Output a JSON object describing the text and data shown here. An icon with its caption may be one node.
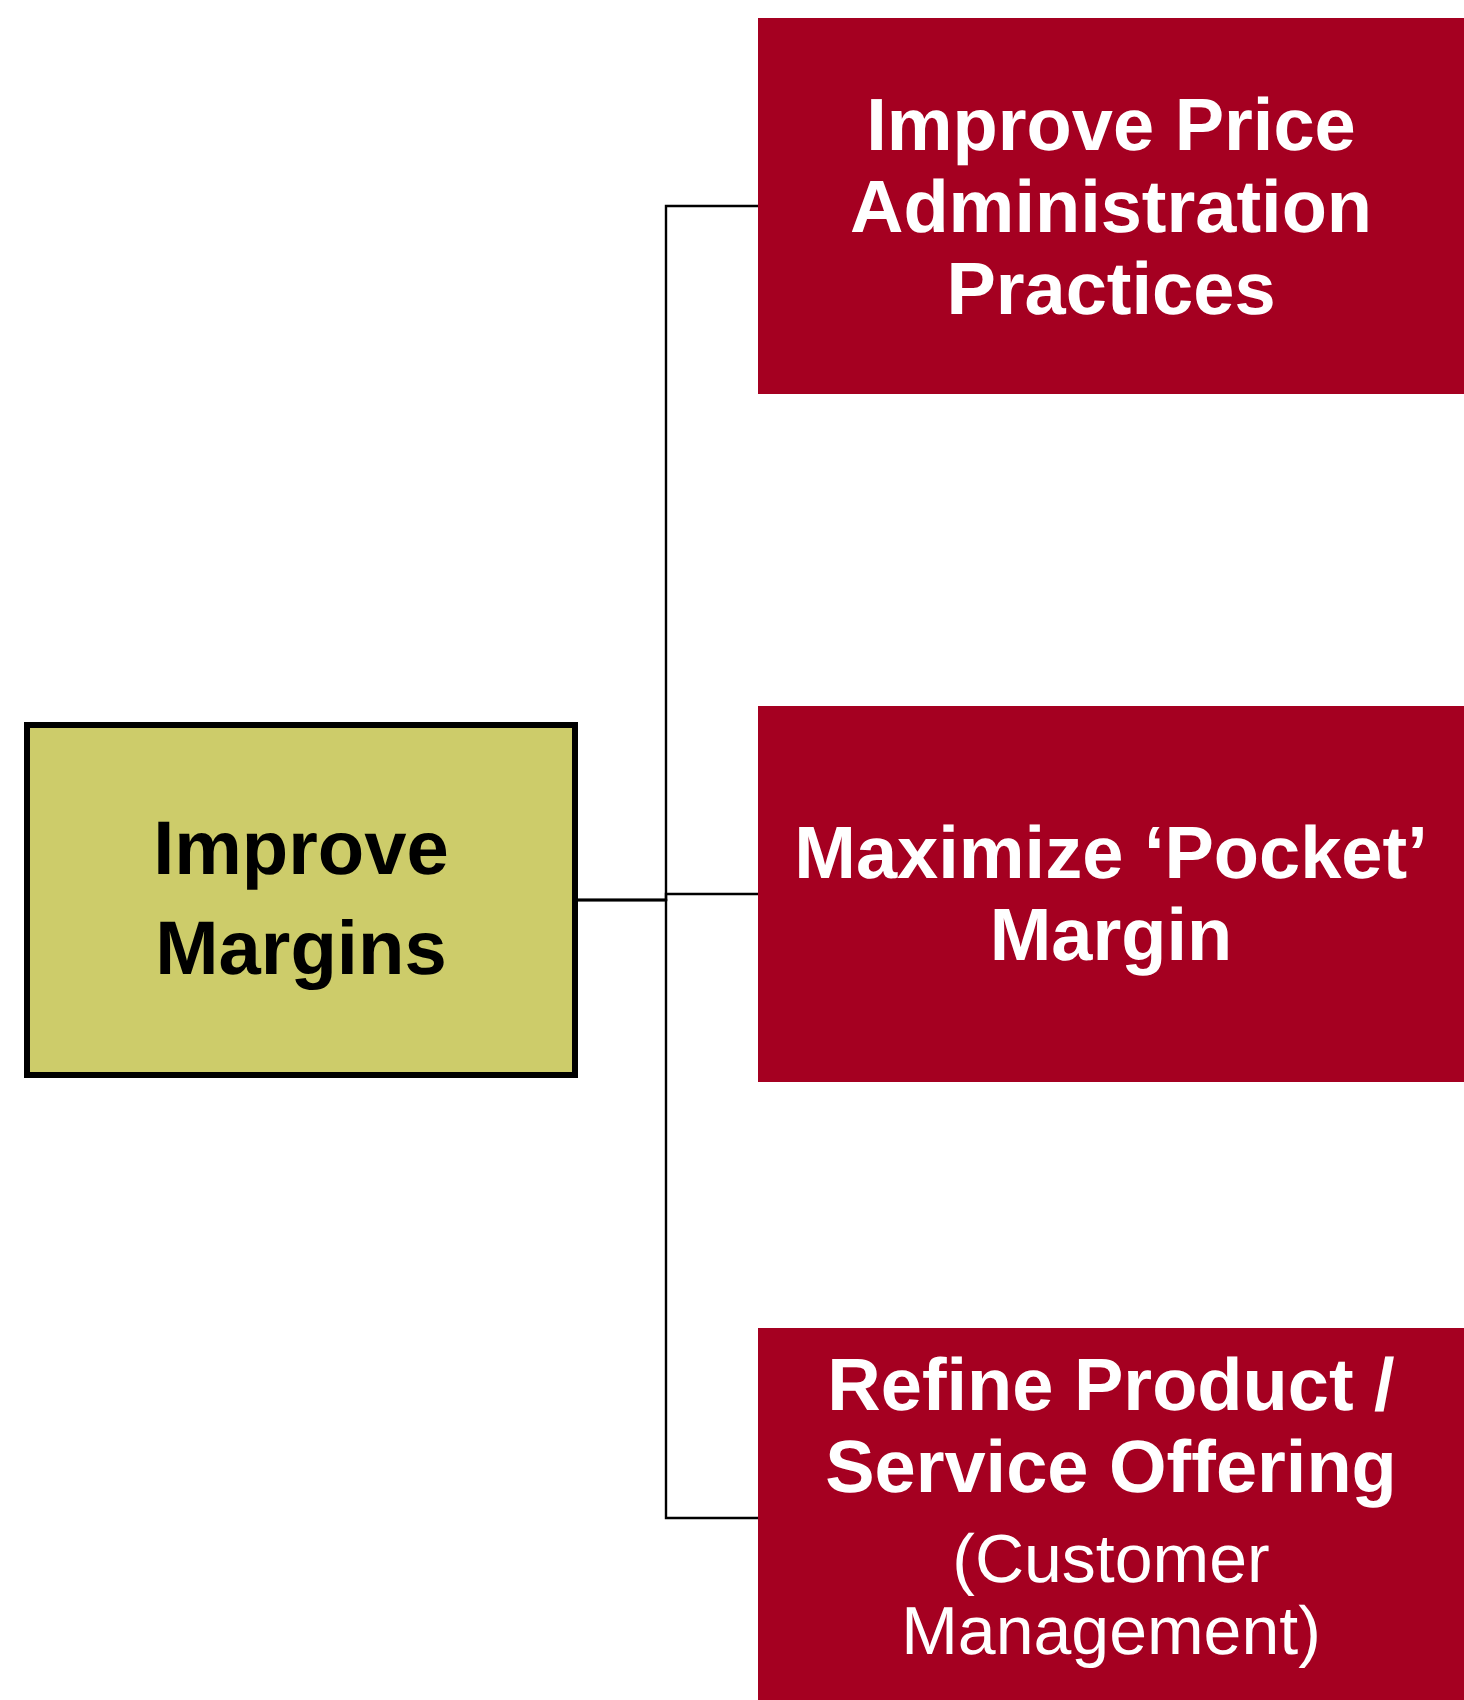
{
  "diagram": {
    "nodes": [
      {
        "text": [
          "Improve Margins"
        ]
      },
      {
        "text": [
          "Improve Price Administration Practices"
        ]
      },
      {
        "text": [
          "Maximize ‘Pocket’ Margin"
        ]
      },
      {
        "text": [
          "Refine Product / Service Offering",
          "(Customer Management)"
        ]
      }
    ],
    "edges": [
      {
        "from": 0,
        "to": 1,
        "arrow": "none"
      },
      {
        "from": 0,
        "to": 2,
        "arrow": "none"
      },
      {
        "from": 0,
        "to": 3,
        "arrow": "none"
      }
    ]
  }
}
